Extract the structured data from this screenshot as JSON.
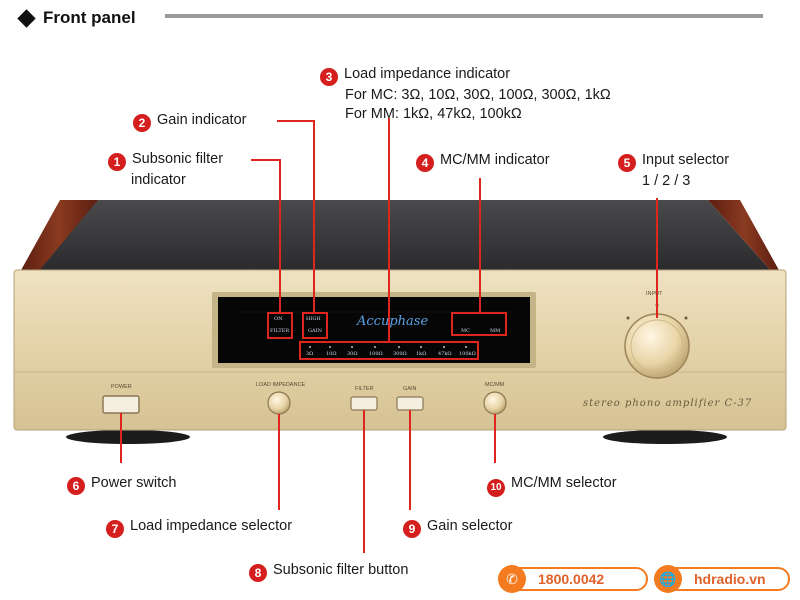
{
  "header": {
    "title": "Front panel"
  },
  "callouts": [
    {
      "num": "1",
      "lines": [
        "Subsonic filter",
        "indicator"
      ]
    },
    {
      "num": "2",
      "lines": [
        "Gain indicator"
      ]
    },
    {
      "num": "3",
      "lines": [
        "Load impedance indicator",
        "For MC: 3Ω, 10Ω, 30Ω, 100Ω, 300Ω, 1kΩ",
        "For MM: 1kΩ, 47kΩ, 100kΩ"
      ]
    },
    {
      "num": "4",
      "lines": [
        "MC/MM indicator"
      ]
    },
    {
      "num": "5",
      "lines": [
        "Input selector",
        "1 / 2 / 3"
      ]
    },
    {
      "num": "6",
      "lines": [
        "Power switch"
      ]
    },
    {
      "num": "7",
      "lines": [
        "Load impedance selector"
      ]
    },
    {
      "num": "8",
      "lines": [
        "Subsonic filter button"
      ]
    },
    {
      "num": "9",
      "lines": [
        "Gain selector"
      ]
    },
    {
      "num": "10",
      "lines": [
        "MC/MM selector"
      ]
    }
  ],
  "panel": {
    "brand": "Accuphase",
    "model": "stereo phono amplifier C-37",
    "display": {
      "filter_top": "ON",
      "filter_bottom": "FILTER",
      "gain_top": "HIGH",
      "gain_bottom": "GAIN",
      "mc": "MC",
      "mm": "MM",
      "impedance_values": [
        "3Ω",
        "10Ω",
        "30Ω",
        "100Ω",
        "300Ω",
        "1kΩ",
        "47kΩ",
        "100kΩ"
      ]
    },
    "controls": {
      "power": "POWER",
      "load_impedance": "LOAD IMPEDANCE",
      "filter": "FILTER",
      "gain": "GAIN",
      "mcmm": "MC/MM",
      "input": "INPUT"
    }
  },
  "contact": {
    "phone": "1800.0042",
    "website": "hdradio.vn"
  },
  "colors": {
    "accent": "#d51f1f",
    "leader": "#e0241e",
    "contact": "#f47b20"
  }
}
